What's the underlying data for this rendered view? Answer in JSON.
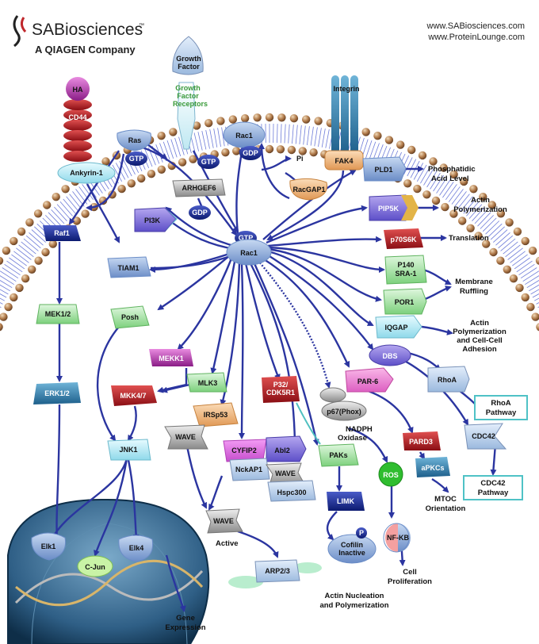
{
  "header": {
    "brand": "SABiosciences",
    "trademark": "™",
    "company": "A QIAGEN Company",
    "url1": "www.SABiosciences.com",
    "url2": "www.ProteinLounge.com"
  },
  "membrane": {
    "growth_factor": [
      "Growth",
      "Factor"
    ],
    "receptors": [
      "Growth",
      "Factor",
      "Receptors"
    ],
    "integrin": "Integrin",
    "ha": "HA",
    "cd44": "CD44"
  },
  "nodes": {
    "ankyrin": "Ankyrin-1",
    "ras": "Ras",
    "gtp": "GTP",
    "gdp": "GDP",
    "rac1": "Rac1",
    "pi": "Pi",
    "racgap1": "RacGAP1",
    "fak4": "FAK4",
    "arhgef6": "ARHGEF6",
    "pi3k": "PI3K",
    "raf1": "Raf1",
    "tiam1": "TIAM1",
    "mek12": "MEK1/2",
    "erk12": "ERK1/2",
    "posh": "Posh",
    "mekk1": "MEKK1",
    "mlk3": "MLK3",
    "mkk47": "MKK4/7",
    "jnk1": "JNK1",
    "irsp53": "IRSp53",
    "wave": "WAVE",
    "cyfip2": "CYFIP2",
    "abl2": "Abl2",
    "nckap1": "NckAP1",
    "hspc300": "Hspc300",
    "p32": [
      "P32/",
      "CDK5R1"
    ],
    "p67": "p67(Phox)",
    "paks": "PAKs",
    "limk": "LIMK",
    "cofilin": [
      "Cofilin",
      "Inactive"
    ],
    "p": "P",
    "ros": "ROS",
    "nfkb": "NF-KB",
    "par6": "PAR-6",
    "pard3": "PARD3",
    "apkcs": "aPKCs",
    "cdc42": "CDC42",
    "rhoa": "RhoA",
    "dbs": "DBS",
    "iqgap": "IQGAP",
    "por1": "POR1",
    "p140": [
      "P140",
      "SRA-1"
    ],
    "p70s6k": "p70S6K",
    "pip5k": "PIP5K",
    "pld1": "PLD1",
    "arp23": "ARP2/3",
    "elk1": "Elk1",
    "cjun": "C-Jun",
    "elk4": "Elk4"
  },
  "labels": {
    "phosphatidic": [
      "Phosphatidic",
      "Acid Level"
    ],
    "actin_poly": [
      "Actin",
      "Polymerization"
    ],
    "translation": "Translation",
    "membrane_ruffling": [
      "Membrane",
      "Ruffling"
    ],
    "actin_adhesion": [
      "Actin",
      "Polymerization",
      "and Cell-Cell",
      "Adhesion"
    ],
    "rhoa_pathway": [
      "RhoA",
      "Pathway"
    ],
    "cdc42_pathway": [
      "CDC42",
      "Pathway"
    ],
    "mtoc": [
      "MTOC",
      "Orientation"
    ],
    "nadph": [
      "NADPH",
      "Oxidase"
    ],
    "cell_prolif": [
      "Cell",
      "Proliferation"
    ],
    "actin_nucleation": [
      "Actin Nucleation",
      "and Polymerization"
    ],
    "active": "Active",
    "gene_expression": [
      "Gene",
      "Expression"
    ]
  }
}
